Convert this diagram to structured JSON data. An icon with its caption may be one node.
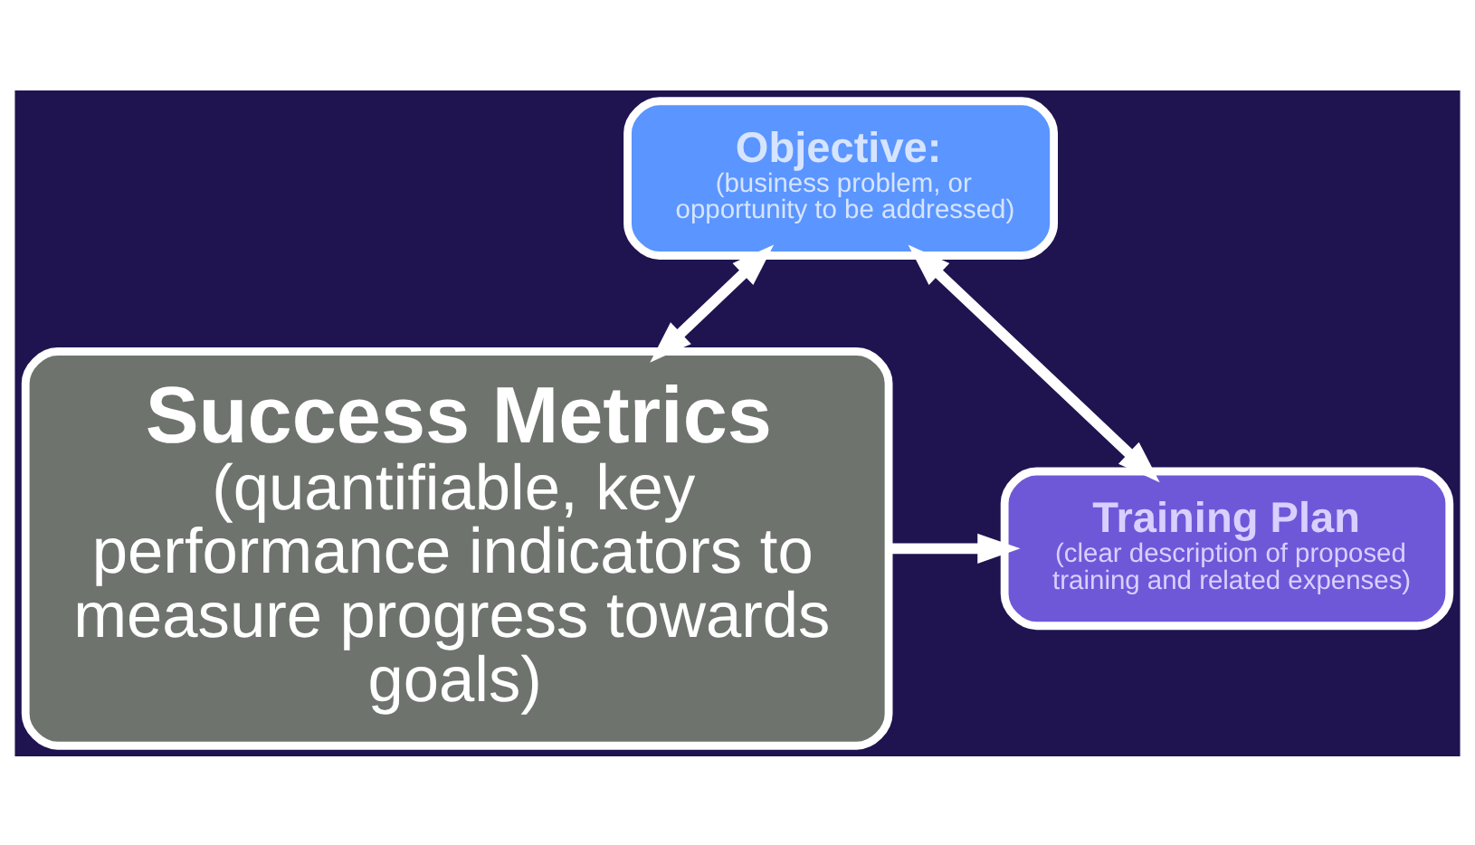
{
  "diagram": {
    "nodes": [
      {
        "text": [
          "Objective:",
          "(business problem, or opportunity to be addressed)"
        ]
      },
      {
        "text": [
          "Training Plan",
          "(clear description of proposed training and related expenses)"
        ]
      },
      {
        "text": [
          "Success Metrics",
          "(quantifiable, key performance indicators to measure progress towards goals)"
        ]
      }
    ],
    "edges": [
      {
        "from": 0,
        "to": 2,
        "arrow": "both"
      },
      {
        "from": 0,
        "to": 1,
        "arrow": "both"
      },
      {
        "from": 2,
        "to": 1,
        "arrow": "to"
      }
    ]
  }
}
